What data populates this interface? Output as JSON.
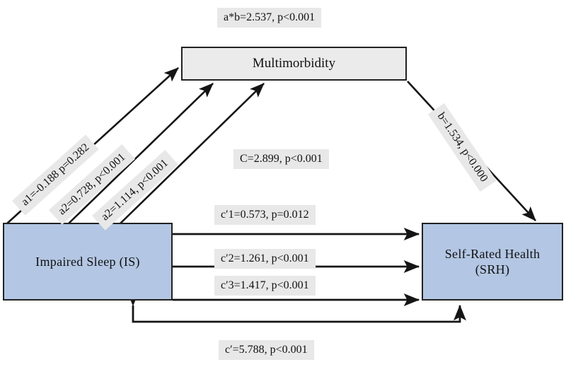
{
  "diagram": {
    "type": "mediation-path-diagram",
    "nodes": {
      "predictor": "Impaired Sleep (IS)",
      "mediator": "Multimorbidity",
      "outcome_line1": "Self-Rated Health",
      "outcome_line2": "(SRH)"
    },
    "colors": {
      "node_fill_endogenous": "#b3c6e3",
      "node_fill_mediator": "#ebebeb",
      "label_fill": "#e8e8e8",
      "stroke": "#222222",
      "background": "#ffffff"
    },
    "paths": {
      "indirect_effect": "a*b=2.537, p<0.001",
      "a1": "a1=-0.188 p=0.282",
      "a2": "a2=0.728, p<0.001",
      "a3": "a2=1.114, p<0.001",
      "b": "b=1.534, p<0.000",
      "total_effect": "C=2.899, p<0.001",
      "c1": "c′1=0.573, p=0.012",
      "c2": "c′2=1.261, p<0.001",
      "c3": "c′3=1.417, p<0.001",
      "c_prime": "c′=5.788, p<0.001"
    }
  }
}
